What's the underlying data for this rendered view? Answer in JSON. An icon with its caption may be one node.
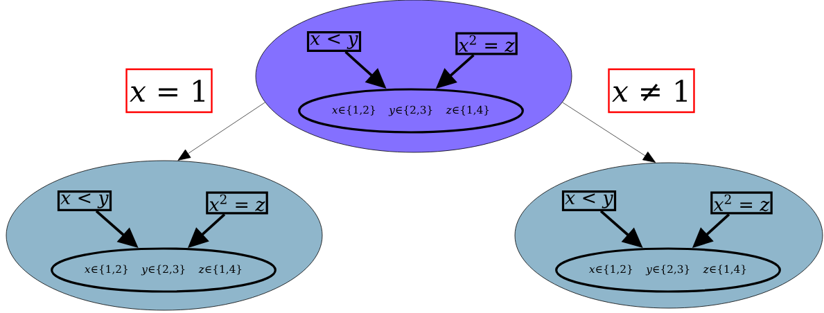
{
  "diagram": {
    "nodes": [
      {
        "text": [],
        "shape": "ellipse"
      },
      {
        "text": [
          "*x* < *y*"
        ],
        "in": 0
      },
      {
        "text": [
          "*x*$^{2}$ = *z*"
        ],
        "in": 0
      },
      {
        "text": [
          "*x*∈{1,2}   *y*∈{2,3}   *z*∈{1,4}"
        ],
        "in": 0
      },
      {
        "text": [],
        "shape": "ellipse"
      },
      {
        "text": [
          "*x* < *y*"
        ],
        "in": 4
      },
      {
        "text": [
          "*x*$^{2}$ = *z*"
        ],
        "in": 4
      },
      {
        "text": [
          "*x*∈{1,2}   *y*∈{2,3}   *z*∈{1,4}"
        ],
        "in": 4
      },
      {
        "text": [],
        "shape": "ellipse"
      },
      {
        "text": [
          "*x* < *y*"
        ],
        "in": 8
      },
      {
        "text": [
          "*x*$^{2}$ = *z*"
        ],
        "in": 8
      },
      {
        "text": [
          "*x*∈{1,2}   *y*∈{2,3}   *z*∈{1,4}"
        ],
        "in": 8
      }
    ],
    "edges": [
      {
        "from": 1,
        "to": 3,
        "arrow": "to"
      },
      {
        "from": 2,
        "to": 3,
        "arrow": "to"
      },
      {
        "from": 0,
        "to": 4,
        "arrow": "to",
        "label": "*x* = 1"
      },
      {
        "from": 0,
        "to": 8,
        "arrow": "to",
        "label": "*x* ≠ 1"
      },
      {
        "from": 5,
        "to": 7,
        "arrow": "to"
      },
      {
        "from": 6,
        "to": 7,
        "arrow": "to"
      },
      {
        "from": 9,
        "to": 11,
        "arrow": "to"
      },
      {
        "from": 10,
        "to": 11,
        "arrow": "to"
      }
    ]
  }
}
